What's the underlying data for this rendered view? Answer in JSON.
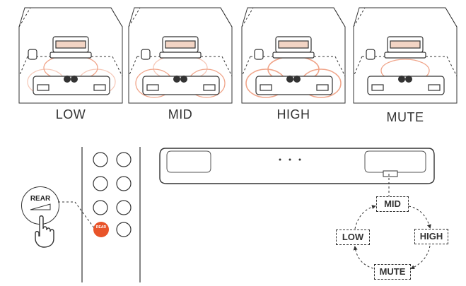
{
  "modes": [
    {
      "label": "LOW"
    },
    {
      "label": "MID"
    },
    {
      "label": "HIGH"
    },
    {
      "label": "MUTE"
    }
  ],
  "remote": {
    "button_label": "REAR",
    "active_button_color": "#e8542a"
  },
  "cycle": {
    "items": [
      "MID",
      "HIGH",
      "MUTE",
      "LOW"
    ]
  },
  "colors": {
    "line": "#333333",
    "wave": "#f0a58a"
  }
}
